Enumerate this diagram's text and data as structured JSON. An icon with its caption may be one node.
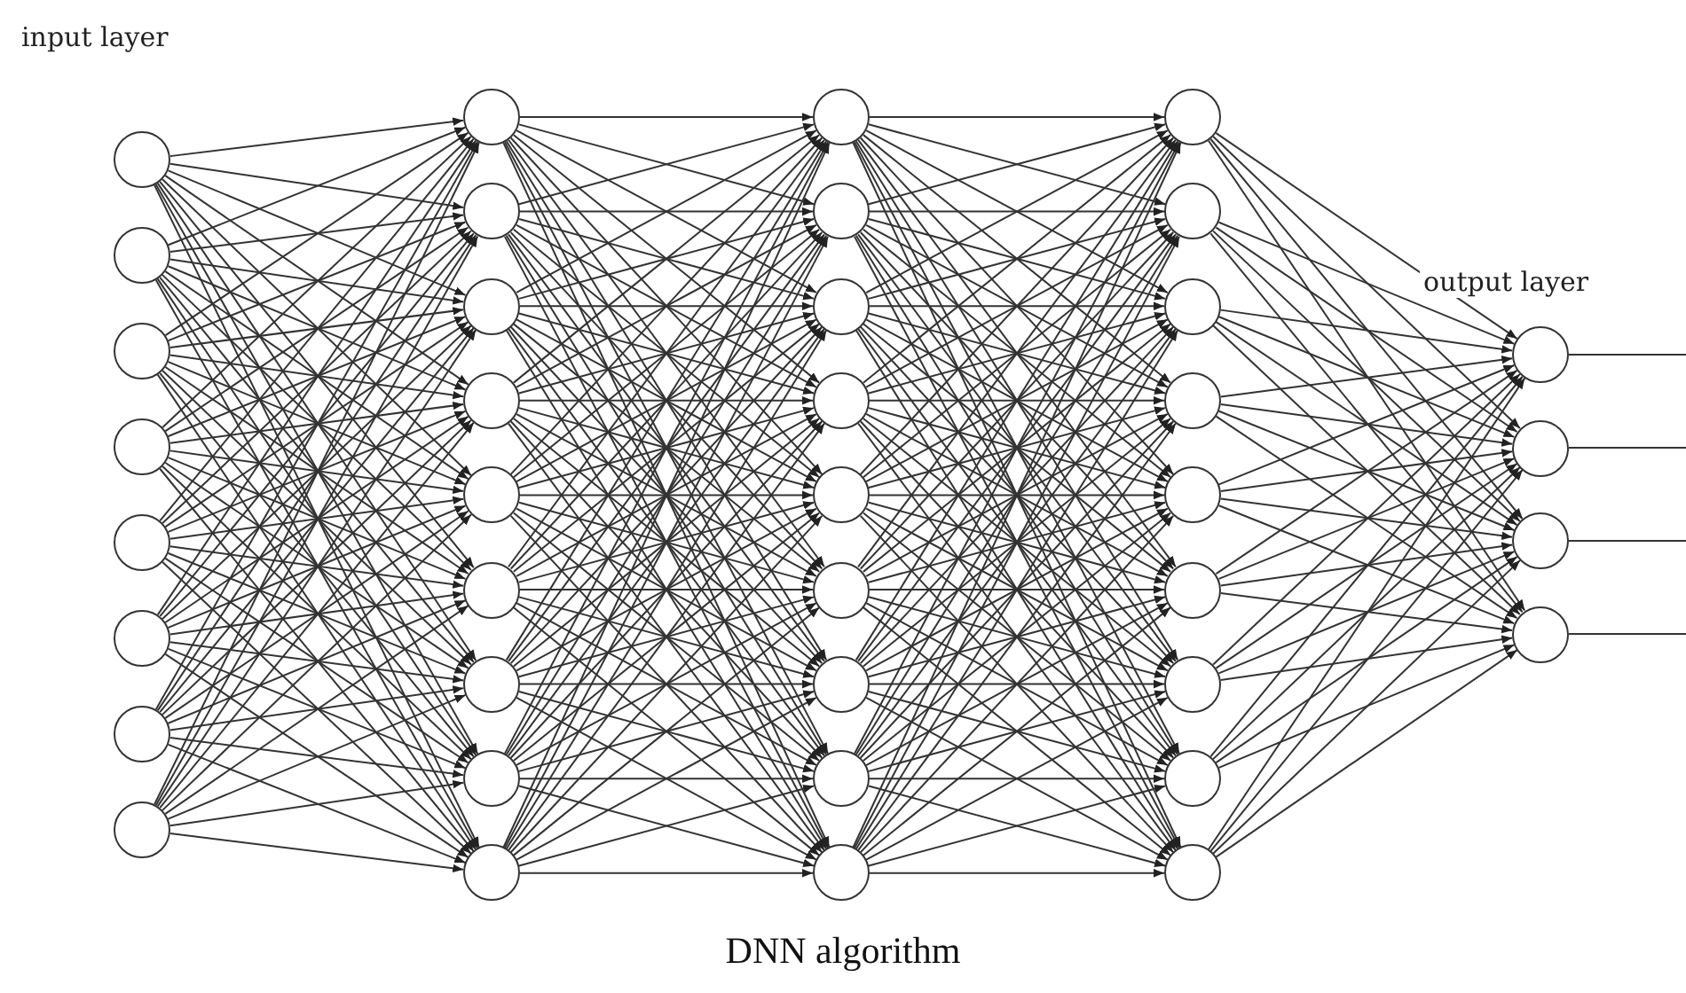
{
  "diagram": {
    "caption": "DNN algorithm",
    "nodes": [
      {
        "text": [],
        "shape": "circle"
      },
      {
        "text": [],
        "shape": "circle"
      },
      {
        "text": [],
        "shape": "circle"
      },
      {
        "text": [],
        "shape": "circle"
      },
      {
        "text": [],
        "shape": "circle"
      },
      {
        "text": [],
        "shape": "circle"
      },
      {
        "text": [],
        "shape": "circle"
      },
      {
        "text": [],
        "shape": "circle"
      },
      {
        "text": [],
        "shape": "circle"
      },
      {
        "text": [],
        "shape": "circle"
      },
      {
        "text": [],
        "shape": "circle"
      },
      {
        "text": [],
        "shape": "circle"
      },
      {
        "text": [],
        "shape": "circle"
      },
      {
        "text": [],
        "shape": "circle"
      },
      {
        "text": [],
        "shape": "circle"
      },
      {
        "text": [],
        "shape": "circle"
      },
      {
        "text": [],
        "shape": "circle"
      },
      {
        "text": [],
        "shape": "circle"
      },
      {
        "text": [],
        "shape": "circle"
      },
      {
        "text": [],
        "shape": "circle"
      },
      {
        "text": [],
        "shape": "circle"
      },
      {
        "text": [],
        "shape": "circle"
      },
      {
        "text": [],
        "shape": "circle"
      },
      {
        "text": [],
        "shape": "circle"
      },
      {
        "text": [],
        "shape": "circle"
      },
      {
        "text": [],
        "shape": "circle"
      },
      {
        "text": [],
        "shape": "circle"
      },
      {
        "text": [],
        "shape": "circle"
      },
      {
        "text": [],
        "shape": "circle"
      },
      {
        "text": [],
        "shape": "circle"
      },
      {
        "text": [],
        "shape": "circle"
      },
      {
        "text": [],
        "shape": "circle"
      },
      {
        "text": [],
        "shape": "circle"
      },
      {
        "text": [],
        "shape": "circle"
      },
      {
        "text": [],
        "shape": "circle"
      },
      {
        "text": [],
        "shape": "circle"
      },
      {
        "text": [],
        "shape": "circle"
      },
      {
        "text": [],
        "shape": "circle"
      },
      {
        "text": [],
        "shape": "circle"
      }
    ],
    "edges": [
      {
        "from": 0,
        "to": 8,
        "arrow": "to"
      },
      {
        "from": 0,
        "to": 9,
        "arrow": "to"
      },
      {
        "from": 0,
        "to": 10,
        "arrow": "to"
      },
      {
        "from": 0,
        "to": 11,
        "arrow": "to"
      },
      {
        "from": 0,
        "to": 12,
        "arrow": "to"
      },
      {
        "from": 0,
        "to": 13,
        "arrow": "to"
      },
      {
        "from": 0,
        "to": 14,
        "arrow": "to"
      },
      {
        "from": 0,
        "to": 15,
        "arrow": "to"
      },
      {
        "from": 0,
        "to": 16,
        "arrow": "to"
      },
      {
        "from": 1,
        "to": 8,
        "arrow": "to"
      },
      {
        "from": 1,
        "to": 9,
        "arrow": "to"
      },
      {
        "from": 1,
        "to": 10,
        "arrow": "to"
      },
      {
        "from": 1,
        "to": 11,
        "arrow": "to"
      },
      {
        "from": 1,
        "to": 12,
        "arrow": "to"
      },
      {
        "from": 1,
        "to": 13,
        "arrow": "to"
      },
      {
        "from": 1,
        "to": 14,
        "arrow": "to"
      },
      {
        "from": 1,
        "to": 15,
        "arrow": "to"
      },
      {
        "from": 1,
        "to": 16,
        "arrow": "to"
      },
      {
        "from": 2,
        "to": 8,
        "arrow": "to"
      },
      {
        "from": 2,
        "to": 9,
        "arrow": "to"
      },
      {
        "from": 2,
        "to": 10,
        "arrow": "to"
      },
      {
        "from": 2,
        "to": 11,
        "arrow": "to"
      },
      {
        "from": 2,
        "to": 12,
        "arrow": "to"
      },
      {
        "from": 2,
        "to": 13,
        "arrow": "to"
      },
      {
        "from": 2,
        "to": 14,
        "arrow": "to"
      },
      {
        "from": 2,
        "to": 15,
        "arrow": "to"
      },
      {
        "from": 2,
        "to": 16,
        "arrow": "to"
      },
      {
        "from": 3,
        "to": 8,
        "arrow": "to"
      },
      {
        "from": 3,
        "to": 9,
        "arrow": "to"
      },
      {
        "from": 3,
        "to": 10,
        "arrow": "to"
      },
      {
        "from": 3,
        "to": 11,
        "arrow": "to"
      },
      {
        "from": 3,
        "to": 12,
        "arrow": "to"
      },
      {
        "from": 3,
        "to": 13,
        "arrow": "to"
      },
      {
        "from": 3,
        "to": 14,
        "arrow": "to"
      },
      {
        "from": 3,
        "to": 15,
        "arrow": "to"
      },
      {
        "from": 3,
        "to": 16,
        "arrow": "to"
      },
      {
        "from": 4,
        "to": 8,
        "arrow": "to"
      },
      {
        "from": 4,
        "to": 9,
        "arrow": "to"
      },
      {
        "from": 4,
        "to": 10,
        "arrow": "to"
      },
      {
        "from": 4,
        "to": 11,
        "arrow": "to"
      },
      {
        "from": 4,
        "to": 12,
        "arrow": "to"
      },
      {
        "from": 4,
        "to": 13,
        "arrow": "to"
      },
      {
        "from": 4,
        "to": 14,
        "arrow": "to"
      },
      {
        "from": 4,
        "to": 15,
        "arrow": "to"
      },
      {
        "from": 4,
        "to": 16,
        "arrow": "to"
      },
      {
        "from": 5,
        "to": 8,
        "arrow": "to"
      },
      {
        "from": 5,
        "to": 9,
        "arrow": "to"
      },
      {
        "from": 5,
        "to": 10,
        "arrow": "to"
      },
      {
        "from": 5,
        "to": 11,
        "arrow": "to"
      },
      {
        "from": 5,
        "to": 12,
        "arrow": "to"
      },
      {
        "from": 5,
        "to": 13,
        "arrow": "to"
      },
      {
        "from": 5,
        "to": 14,
        "arrow": "to"
      },
      {
        "from": 5,
        "to": 15,
        "arrow": "to"
      },
      {
        "from": 5,
        "to": 16,
        "arrow": "to"
      },
      {
        "from": 6,
        "to": 8,
        "arrow": "to"
      },
      {
        "from": 6,
        "to": 9,
        "arrow": "to"
      },
      {
        "from": 6,
        "to": 10,
        "arrow": "to"
      },
      {
        "from": 6,
        "to": 11,
        "arrow": "to"
      },
      {
        "from": 6,
        "to": 12,
        "arrow": "to"
      },
      {
        "from": 6,
        "to": 13,
        "arrow": "to"
      },
      {
        "from": 6,
        "to": 14,
        "arrow": "to"
      },
      {
        "from": 6,
        "to": 15,
        "arrow": "to"
      },
      {
        "from": 6,
        "to": 16,
        "arrow": "to"
      },
      {
        "from": 7,
        "to": 8,
        "arrow": "to"
      },
      {
        "from": 7,
        "to": 9,
        "arrow": "to"
      },
      {
        "from": 7,
        "to": 10,
        "arrow": "to"
      },
      {
        "from": 7,
        "to": 11,
        "arrow": "to"
      },
      {
        "from": 7,
        "to": 12,
        "arrow": "to"
      },
      {
        "from": 7,
        "to": 13,
        "arrow": "to"
      },
      {
        "from": 7,
        "to": 14,
        "arrow": "to"
      },
      {
        "from": 7,
        "to": 15,
        "arrow": "to"
      },
      {
        "from": 7,
        "to": 16,
        "arrow": "to"
      },
      {
        "from": 8,
        "to": 17,
        "arrow": "to"
      },
      {
        "from": 8,
        "to": 18,
        "arrow": "to"
      },
      {
        "from": 8,
        "to": 19,
        "arrow": "to"
      },
      {
        "from": 8,
        "to": 20,
        "arrow": "to"
      },
      {
        "from": 8,
        "to": 21,
        "arrow": "to"
      },
      {
        "from": 8,
        "to": 22,
        "arrow": "to"
      },
      {
        "from": 8,
        "to": 23,
        "arrow": "to"
      },
      {
        "from": 8,
        "to": 24,
        "arrow": "to"
      },
      {
        "from": 8,
        "to": 25,
        "arrow": "to"
      },
      {
        "from": 9,
        "to": 17,
        "arrow": "to"
      },
      {
        "from": 9,
        "to": 18,
        "arrow": "to"
      },
      {
        "from": 9,
        "to": 19,
        "arrow": "to"
      },
      {
        "from": 9,
        "to": 20,
        "arrow": "to"
      },
      {
        "from": 9,
        "to": 21,
        "arrow": "to"
      },
      {
        "from": 9,
        "to": 22,
        "arrow": "to"
      },
      {
        "from": 9,
        "to": 23,
        "arrow": "to"
      },
      {
        "from": 9,
        "to": 24,
        "arrow": "to"
      },
      {
        "from": 9,
        "to": 25,
        "arrow": "to"
      },
      {
        "from": 10,
        "to": 17,
        "arrow": "to"
      },
      {
        "from": 10,
        "to": 18,
        "arrow": "to"
      },
      {
        "from": 10,
        "to": 19,
        "arrow": "to"
      },
      {
        "from": 10,
        "to": 20,
        "arrow": "to"
      },
      {
        "from": 10,
        "to": 21,
        "arrow": "to"
      },
      {
        "from": 10,
        "to": 22,
        "arrow": "to"
      },
      {
        "from": 10,
        "to": 23,
        "arrow": "to"
      },
      {
        "from": 10,
        "to": 24,
        "arrow": "to"
      },
      {
        "from": 10,
        "to": 25,
        "arrow": "to"
      },
      {
        "from": 11,
        "to": 17,
        "arrow": "to"
      },
      {
        "from": 11,
        "to": 18,
        "arrow": "to"
      },
      {
        "from": 11,
        "to": 19,
        "arrow": "to"
      },
      {
        "from": 11,
        "to": 20,
        "arrow": "to"
      },
      {
        "from": 11,
        "to": 21,
        "arrow": "to"
      },
      {
        "from": 11,
        "to": 22,
        "arrow": "to"
      },
      {
        "from": 11,
        "to": 23,
        "arrow": "to"
      },
      {
        "from": 11,
        "to": 24,
        "arrow": "to"
      },
      {
        "from": 11,
        "to": 25,
        "arrow": "to"
      },
      {
        "from": 12,
        "to": 17,
        "arrow": "to"
      },
      {
        "from": 12,
        "to": 18,
        "arrow": "to"
      },
      {
        "from": 12,
        "to": 19,
        "arrow": "to"
      },
      {
        "from": 12,
        "to": 20,
        "arrow": "to"
      },
      {
        "from": 12,
        "to": 21,
        "arrow": "to"
      },
      {
        "from": 12,
        "to": 22,
        "arrow": "to"
      },
      {
        "from": 12,
        "to": 23,
        "arrow": "to"
      },
      {
        "from": 12,
        "to": 24,
        "arrow": "to"
      },
      {
        "from": 12,
        "to": 25,
        "arrow": "to"
      },
      {
        "from": 13,
        "to": 17,
        "arrow": "to"
      },
      {
        "from": 13,
        "to": 18,
        "arrow": "to"
      },
      {
        "from": 13,
        "to": 19,
        "arrow": "to"
      },
      {
        "from": 13,
        "to": 20,
        "arrow": "to"
      },
      {
        "from": 13,
        "to": 21,
        "arrow": "to"
      },
      {
        "from": 13,
        "to": 22,
        "arrow": "to"
      },
      {
        "from": 13,
        "to": 23,
        "arrow": "to"
      },
      {
        "from": 13,
        "to": 24,
        "arrow": "to"
      },
      {
        "from": 13,
        "to": 25,
        "arrow": "to"
      },
      {
        "from": 14,
        "to": 17,
        "arrow": "to"
      },
      {
        "from": 14,
        "to": 18,
        "arrow": "to"
      },
      {
        "from": 14,
        "to": 19,
        "arrow": "to"
      },
      {
        "from": 14,
        "to": 20,
        "arrow": "to"
      },
      {
        "from": 14,
        "to": 21,
        "arrow": "to"
      },
      {
        "from": 14,
        "to": 22,
        "arrow": "to"
      },
      {
        "from": 14,
        "to": 23,
        "arrow": "to"
      },
      {
        "from": 14,
        "to": 24,
        "arrow": "to"
      },
      {
        "from": 14,
        "to": 25,
        "arrow": "to"
      },
      {
        "from": 15,
        "to": 17,
        "arrow": "to"
      },
      {
        "from": 15,
        "to": 18,
        "arrow": "to"
      },
      {
        "from": 15,
        "to": 19,
        "arrow": "to"
      },
      {
        "from": 15,
        "to": 20,
        "arrow": "to"
      },
      {
        "from": 15,
        "to": 21,
        "arrow": "to"
      },
      {
        "from": 15,
        "to": 22,
        "arrow": "to"
      },
      {
        "from": 15,
        "to": 23,
        "arrow": "to"
      },
      {
        "from": 15,
        "to": 24,
        "arrow": "to"
      },
      {
        "from": 15,
        "to": 25,
        "arrow": "to"
      },
      {
        "from": 16,
        "to": 17,
        "arrow": "to"
      },
      {
        "from": 16,
        "to": 18,
        "arrow": "to"
      },
      {
        "from": 16,
        "to": 19,
        "arrow": "to"
      },
      {
        "from": 16,
        "to": 20,
        "arrow": "to"
      },
      {
        "from": 16,
        "to": 21,
        "arrow": "to"
      },
      {
        "from": 16,
        "to": 22,
        "arrow": "to"
      },
      {
        "from": 16,
        "to": 23,
        "arrow": "to"
      },
      {
        "from": 16,
        "to": 24,
        "arrow": "to"
      },
      {
        "from": 16,
        "to": 25,
        "arrow": "to"
      },
      {
        "from": 17,
        "to": 26,
        "arrow": "to"
      },
      {
        "from": 17,
        "to": 27,
        "arrow": "to"
      },
      {
        "from": 17,
        "to": 28,
        "arrow": "to"
      },
      {
        "from": 17,
        "to": 29,
        "arrow": "to"
      },
      {
        "from": 17,
        "to": 30,
        "arrow": "to"
      },
      {
        "from": 17,
        "to": 31,
        "arrow": "to"
      },
      {
        "from": 17,
        "to": 32,
        "arrow": "to"
      },
      {
        "from": 17,
        "to": 33,
        "arrow": "to"
      },
      {
        "from": 17,
        "to": 34,
        "arrow": "to"
      },
      {
        "from": 18,
        "to": 26,
        "arrow": "to"
      },
      {
        "from": 18,
        "to": 27,
        "arrow": "to"
      },
      {
        "from": 18,
        "to": 28,
        "arrow": "to"
      },
      {
        "from": 18,
        "to": 29,
        "arrow": "to"
      },
      {
        "from": 18,
        "to": 30,
        "arrow": "to"
      },
      {
        "from": 18,
        "to": 31,
        "arrow": "to"
      },
      {
        "from": 18,
        "to": 32,
        "arrow": "to"
      },
      {
        "from": 18,
        "to": 33,
        "arrow": "to"
      },
      {
        "from": 18,
        "to": 34,
        "arrow": "to"
      },
      {
        "from": 19,
        "to": 26,
        "arrow": "to"
      },
      {
        "from": 19,
        "to": 27,
        "arrow": "to"
      },
      {
        "from": 19,
        "to": 28,
        "arrow": "to"
      },
      {
        "from": 19,
        "to": 29,
        "arrow": "to"
      },
      {
        "from": 19,
        "to": 30,
        "arrow": "to"
      },
      {
        "from": 19,
        "to": 31,
        "arrow": "to"
      },
      {
        "from": 19,
        "to": 32,
        "arrow": "to"
      },
      {
        "from": 19,
        "to": 33,
        "arrow": "to"
      },
      {
        "from": 19,
        "to": 34,
        "arrow": "to"
      },
      {
        "from": 20,
        "to": 26,
        "arrow": "to"
      },
      {
        "from": 20,
        "to": 27,
        "arrow": "to"
      },
      {
        "from": 20,
        "to": 28,
        "arrow": "to"
      },
      {
        "from": 20,
        "to": 29,
        "arrow": "to"
      },
      {
        "from": 20,
        "to": 30,
        "arrow": "to"
      },
      {
        "from": 20,
        "to": 31,
        "arrow": "to"
      },
      {
        "from": 20,
        "to": 32,
        "arrow": "to"
      },
      {
        "from": 20,
        "to": 33,
        "arrow": "to"
      },
      {
        "from": 20,
        "to": 34,
        "arrow": "to"
      },
      {
        "from": 21,
        "to": 26,
        "arrow": "to"
      },
      {
        "from": 21,
        "to": 27,
        "arrow": "to"
      },
      {
        "from": 21,
        "to": 28,
        "arrow": "to"
      },
      {
        "from": 21,
        "to": 29,
        "arrow": "to"
      },
      {
        "from": 21,
        "to": 30,
        "arrow": "to"
      },
      {
        "from": 21,
        "to": 31,
        "arrow": "to"
      },
      {
        "from": 21,
        "to": 32,
        "arrow": "to"
      },
      {
        "from": 21,
        "to": 33,
        "arrow": "to"
      },
      {
        "from": 21,
        "to": 34,
        "arrow": "to"
      },
      {
        "from": 22,
        "to": 26,
        "arrow": "to"
      },
      {
        "from": 22,
        "to": 27,
        "arrow": "to"
      },
      {
        "from": 22,
        "to": 28,
        "arrow": "to"
      },
      {
        "from": 22,
        "to": 29,
        "arrow": "to"
      },
      {
        "from": 22,
        "to": 30,
        "arrow": "to"
      },
      {
        "from": 22,
        "to": 31,
        "arrow": "to"
      },
      {
        "from": 22,
        "to": 32,
        "arrow": "to"
      },
      {
        "from": 22,
        "to": 33,
        "arrow": "to"
      },
      {
        "from": 22,
        "to": 34,
        "arrow": "to"
      },
      {
        "from": 23,
        "to": 26,
        "arrow": "to"
      },
      {
        "from": 23,
        "to": 27,
        "arrow": "to"
      },
      {
        "from": 23,
        "to": 28,
        "arrow": "to"
      },
      {
        "from": 23,
        "to": 29,
        "arrow": "to"
      },
      {
        "from": 23,
        "to": 30,
        "arrow": "to"
      },
      {
        "from": 23,
        "to": 31,
        "arrow": "to"
      },
      {
        "from": 23,
        "to": 32,
        "arrow": "to"
      },
      {
        "from": 23,
        "to": 33,
        "arrow": "to"
      },
      {
        "from": 23,
        "to": 34,
        "arrow": "to"
      },
      {
        "from": 24,
        "to": 26,
        "arrow": "to"
      },
      {
        "from": 24,
        "to": 27,
        "arrow": "to"
      },
      {
        "from": 24,
        "to": 28,
        "arrow": "to"
      },
      {
        "from": 24,
        "to": 29,
        "arrow": "to"
      },
      {
        "from": 24,
        "to": 30,
        "arrow": "to"
      },
      {
        "from": 24,
        "to": 31,
        "arrow": "to"
      },
      {
        "from": 24,
        "to": 32,
        "arrow": "to"
      },
      {
        "from": 24,
        "to": 33,
        "arrow": "to"
      },
      {
        "from": 24,
        "to": 34,
        "arrow": "to"
      },
      {
        "from": 25,
        "to": 26,
        "arrow": "to"
      },
      {
        "from": 25,
        "to": 27,
        "arrow": "to"
      },
      {
        "from": 25,
        "to": 28,
        "arrow": "to"
      },
      {
        "from": 25,
        "to": 29,
        "arrow": "to"
      },
      {
        "from": 25,
        "to": 30,
        "arrow": "to"
      },
      {
        "from": 25,
        "to": 31,
        "arrow": "to"
      },
      {
        "from": 25,
        "to": 32,
        "arrow": "to"
      },
      {
        "from": 25,
        "to": 33,
        "arrow": "to"
      },
      {
        "from": 25,
        "to": 34,
        "arrow": "to"
      },
      {
        "from": 26,
        "to": 35,
        "arrow": "to"
      },
      {
        "from": 26,
        "to": 36,
        "arrow": "to"
      },
      {
        "from": 26,
        "to": 37,
        "arrow": "to"
      },
      {
        "from": 26,
        "to": 38,
        "arrow": "to"
      },
      {
        "from": 27,
        "to": 35,
        "arrow": "to"
      },
      {
        "from": 27,
        "to": 36,
        "arrow": "to"
      },
      {
        "from": 27,
        "to": 37,
        "arrow": "to"
      },
      {
        "from": 27,
        "to": 38,
        "arrow": "to"
      },
      {
        "from": 28,
        "to": 35,
        "arrow": "to"
      },
      {
        "from": 28,
        "to": 36,
        "arrow": "to"
      },
      {
        "from": 28,
        "to": 37,
        "arrow": "to"
      },
      {
        "from": 28,
        "to": 38,
        "arrow": "to"
      },
      {
        "from": 29,
        "to": 35,
        "arrow": "to"
      },
      {
        "from": 29,
        "to": 36,
        "arrow": "to"
      },
      {
        "from": 29,
        "to": 37,
        "arrow": "to"
      },
      {
        "from": 29,
        "to": 38,
        "arrow": "to"
      },
      {
        "from": 30,
        "to": 35,
        "arrow": "to"
      },
      {
        "from": 30,
        "to": 36,
        "arrow": "to"
      },
      {
        "from": 30,
        "to": 37,
        "arrow": "to"
      },
      {
        "from": 30,
        "to": 38,
        "arrow": "to"
      },
      {
        "from": 31,
        "to": 35,
        "arrow": "to"
      },
      {
        "from": 31,
        "to": 36,
        "arrow": "to"
      },
      {
        "from": 31,
        "to": 37,
        "arrow": "to"
      },
      {
        "from": 31,
        "to": 38,
        "arrow": "to"
      },
      {
        "from": 32,
        "to": 35,
        "arrow": "to"
      },
      {
        "from": 32,
        "to": 36,
        "arrow": "to"
      },
      {
        "from": 32,
        "to": 37,
        "arrow": "to"
      },
      {
        "from": 32,
        "to": 38,
        "arrow": "to"
      },
      {
        "from": 33,
        "to": 35,
        "arrow": "to"
      },
      {
        "from": 33,
        "to": 36,
        "arrow": "to"
      },
      {
        "from": 33,
        "to": 37,
        "arrow": "to"
      },
      {
        "from": 33,
        "to": 38,
        "arrow": "to"
      },
      {
        "from": 34,
        "to": 35,
        "arrow": "to"
      },
      {
        "from": 34,
        "to": 36,
        "arrow": "to"
      },
      {
        "from": 34,
        "to": 37,
        "arrow": "to"
      },
      {
        "from": 34,
        "to": 38,
        "arrow": "to"
      },
      {
        "from": 35,
        "to": null,
        "arrow": "none"
      },
      {
        "from": 36,
        "to": null,
        "arrow": "none"
      },
      {
        "from": 37,
        "to": null,
        "arrow": "none"
      },
      {
        "from": 38,
        "to": null,
        "arrow": "none"
      }
    ],
    "labels": [
      "input layer",
      "output layer"
    ]
  }
}
